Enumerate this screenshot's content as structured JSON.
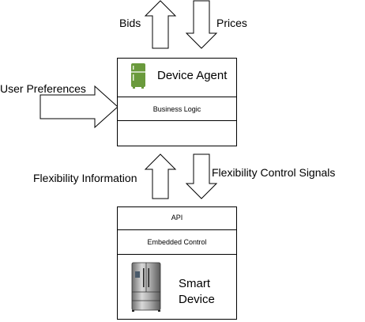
{
  "top_arrows": {
    "bids_label": "Bids",
    "prices_label": "Prices"
  },
  "user_preferences_label": "User Preferences",
  "device_agent": {
    "title": "Device Agent",
    "business_logic": "Business Logic",
    "icon": "fridge-icon",
    "icon_color": "#6a9a3c"
  },
  "middle_arrows": {
    "up_label": "Flexibility Information",
    "down_label": "Flexibility Control Signals"
  },
  "smart_device": {
    "api": "API",
    "embedded_control": "Embedded Control",
    "title_line1": "Smart",
    "title_line2": "Device",
    "icon": "refrigerator-icon"
  }
}
